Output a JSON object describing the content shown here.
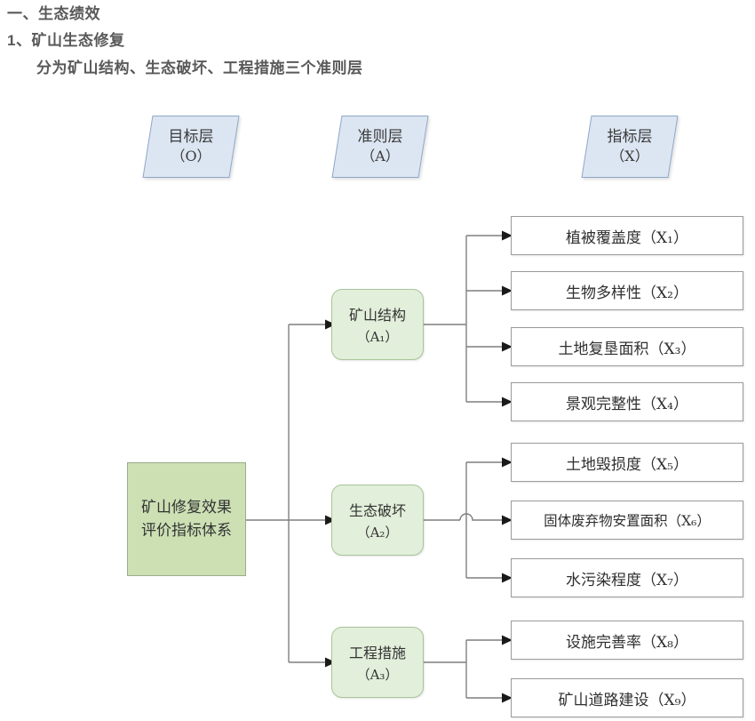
{
  "heading": {
    "line1": "一、生态绩效",
    "line2": "1、矿山生态修复",
    "line3": "分为矿山结构、生态破坏、工程措施三个准则层"
  },
  "layer_headers": [
    {
      "name": "goal",
      "title": "目标层",
      "code": "（O）"
    },
    {
      "name": "criteria",
      "title": "准则层",
      "code": "（A）"
    },
    {
      "name": "index",
      "title": "指标层",
      "code": "（X）"
    }
  ],
  "root_node": {
    "text": "矿山修复效果评价指标体系",
    "fill": "#cce0b4",
    "border": "#9aab8b"
  },
  "criteria_nodes": [
    {
      "id": "A1",
      "title": "矿山结构",
      "code": "（A₁）"
    },
    {
      "id": "A2",
      "title": "生态破坏",
      "code": "（A₂）"
    },
    {
      "id": "A3",
      "title": "工程措施",
      "code": "（A₃）"
    }
  ],
  "indicator_nodes": [
    {
      "id": "X1",
      "text": "植被覆盖度（X₁）",
      "parent": "A1"
    },
    {
      "id": "X2",
      "text": "生物多样性（X₂）",
      "parent": "A1"
    },
    {
      "id": "X3",
      "text": "土地复垦面积（X₃）",
      "parent": "A1"
    },
    {
      "id": "X4",
      "text": "景观完整性（X₄）",
      "parent": "A1"
    },
    {
      "id": "X5",
      "text": "土地毁损度（X₅）",
      "parent": "A2"
    },
    {
      "id": "X6",
      "text": "固体废弃物安置面积（X₆）",
      "parent": "A2"
    },
    {
      "id": "X7",
      "text": "水污染程度（X₇）",
      "parent": "A2"
    },
    {
      "id": "X8",
      "text": "设施完善率（X₈）",
      "parent": "A3"
    },
    {
      "id": "X9",
      "text": "矿山道路建设（X₉）",
      "parent": "A3"
    }
  ],
  "colors": {
    "layer_header_fill": "#dce6f2",
    "layer_header_border": "#8fa8c8",
    "criteria_fill": "#e2efda",
    "criteria_border": "#a8c49a",
    "root_fill": "#cce0b4",
    "indicator_fill": "#ffffff",
    "indicator_border": "#9a9a9a",
    "connector": "#7f7f7f",
    "heading_text": "#595959"
  }
}
